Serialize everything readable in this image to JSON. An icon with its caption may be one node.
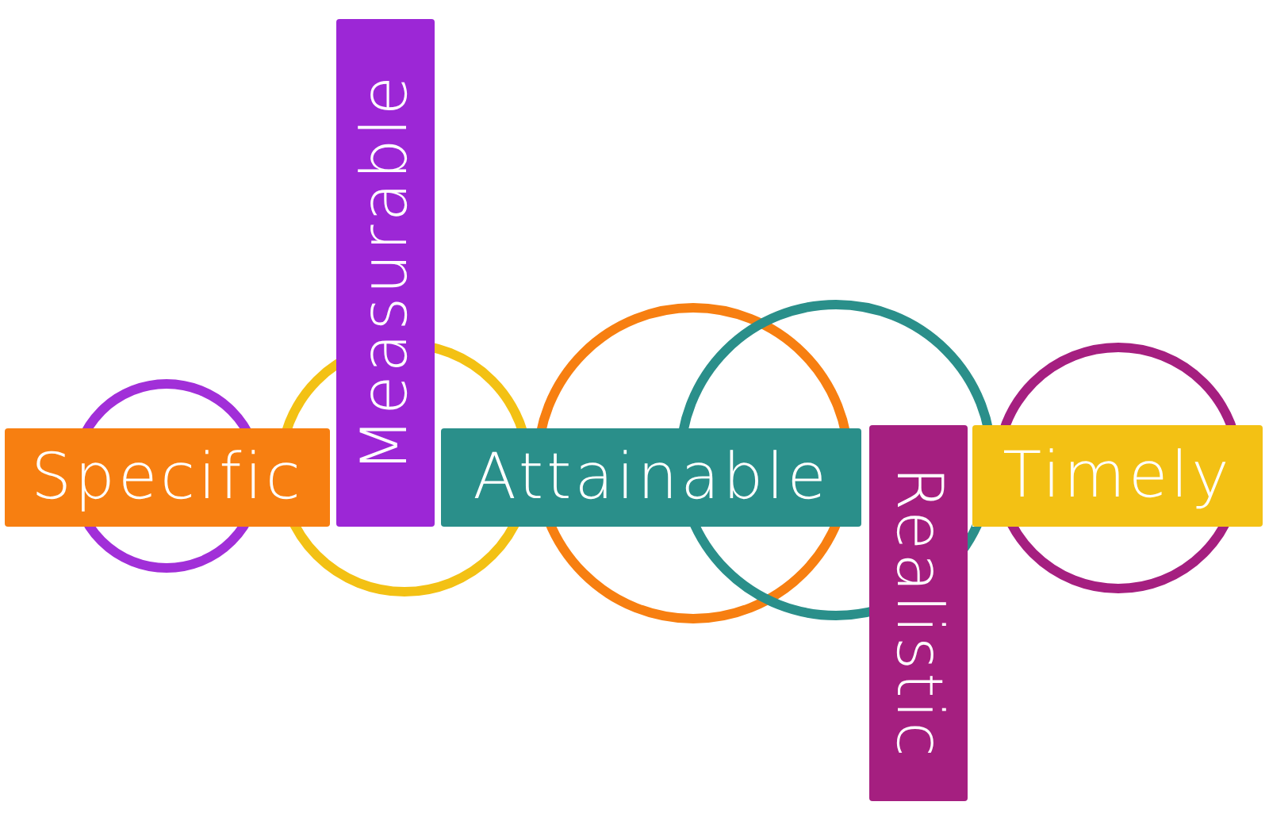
{
  "diagram": {
    "nodes": [
      {
        "text": [
          "Specific"
        ]
      },
      {
        "text": [
          "Measurable"
        ]
      },
      {
        "text": [
          "Attainable"
        ]
      },
      {
        "text": [
          "Realistic"
        ]
      },
      {
        "text": [
          "Timely"
        ]
      },
      {
        "text": [],
        "shape": "circle"
      },
      {
        "text": [],
        "shape": "circle"
      },
      {
        "text": [],
        "shape": "circle"
      },
      {
        "text": [],
        "shape": "circle"
      },
      {
        "text": [],
        "shape": "circle"
      }
    ]
  }
}
